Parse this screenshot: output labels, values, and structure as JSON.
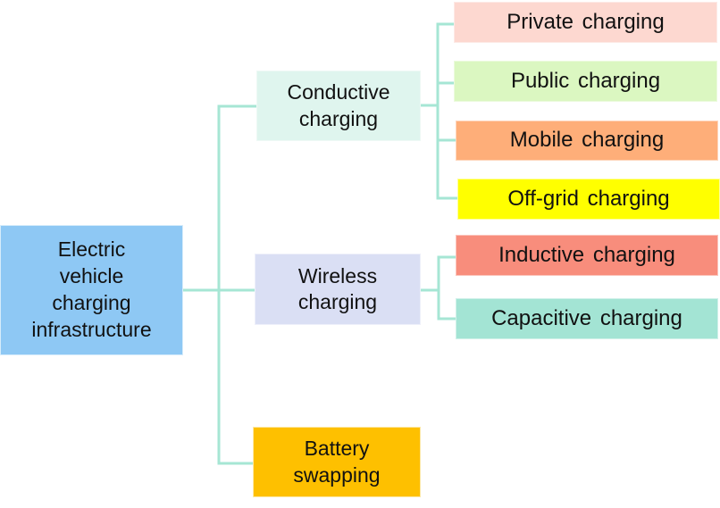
{
  "diagram": {
    "root": {
      "label_lines": [
        "Electric",
        "vehicle",
        "charging",
        "infrastructure"
      ],
      "color": "#8ec8f4"
    },
    "branches": [
      {
        "label_lines": [
          "Conductive",
          "charging"
        ],
        "color": "#dff5ee",
        "children": [
          {
            "label": "Private charging",
            "color": "#fdd8d0"
          },
          {
            "label": "Public charging",
            "color": "#dbf7c1"
          },
          {
            "label": "Mobile charging",
            "color": "#feae79"
          },
          {
            "label": "Off-grid charging",
            "color": "#ffff00"
          }
        ]
      },
      {
        "label_lines": [
          "Wireless",
          "charging"
        ],
        "color": "#dadff4",
        "children": [
          {
            "label": "Inductive charging",
            "color": "#f88d7c"
          },
          {
            "label": "Capacitive charging",
            "color": "#a3e4d4"
          }
        ]
      },
      {
        "label_lines": [
          "Battery",
          "swapping"
        ],
        "color": "#fec000",
        "children": []
      }
    ],
    "connector_color": "#a6e6d4"
  }
}
